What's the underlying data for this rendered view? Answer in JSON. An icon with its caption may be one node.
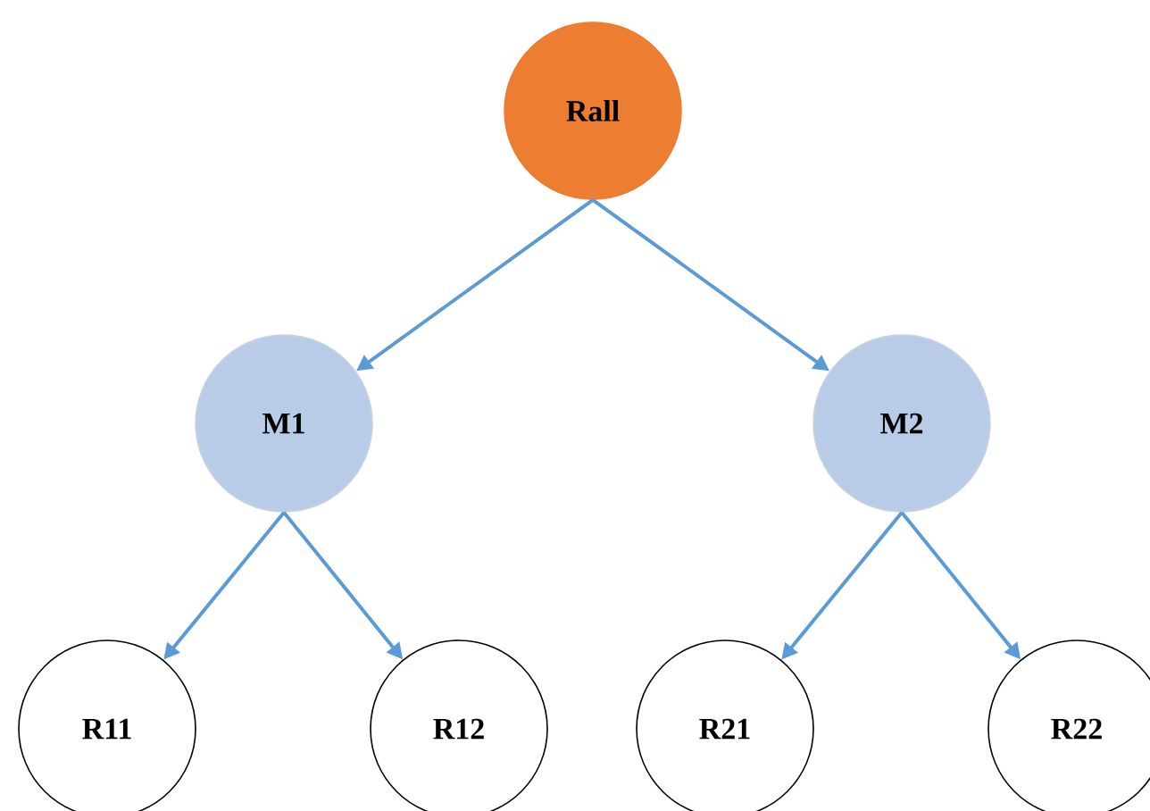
{
  "diagram": {
    "nodes": [
      {
        "text": [
          "Rall"
        ]
      },
      {
        "text": [
          "M1"
        ]
      },
      {
        "text": [
          "M2"
        ]
      },
      {
        "text": [
          "R11"
        ]
      },
      {
        "text": [
          "R12"
        ]
      },
      {
        "text": [
          "R21"
        ]
      },
      {
        "text": [
          "R22"
        ]
      }
    ],
    "edges": [
      {
        "from": 0,
        "to": 1,
        "arrow": "to"
      },
      {
        "from": 0,
        "to": 2,
        "arrow": "to"
      },
      {
        "from": 1,
        "to": 3,
        "arrow": "to"
      },
      {
        "from": 1,
        "to": 4,
        "arrow": "to"
      },
      {
        "from": 2,
        "to": 5,
        "arrow": "to"
      },
      {
        "from": 2,
        "to": 6,
        "arrow": "to"
      }
    ]
  }
}
